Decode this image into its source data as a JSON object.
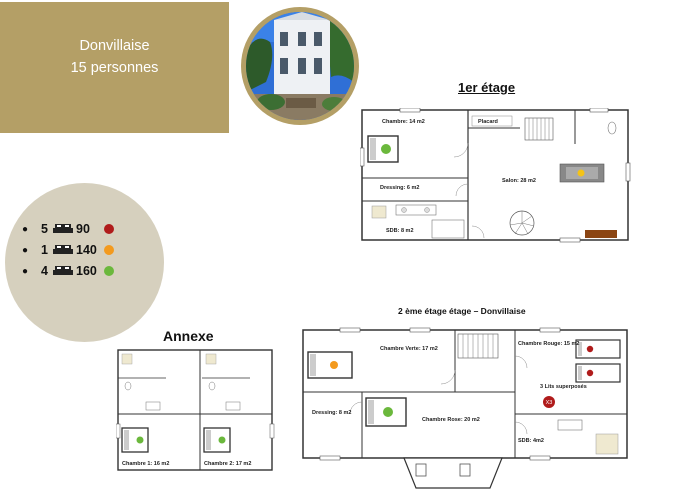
{
  "header": {
    "name": "Donvillaise",
    "capacity": "15 personnes"
  },
  "floors": {
    "first": "1er étage",
    "second": "2  ème étage étage – Donvillaise",
    "annex": "Annexe"
  },
  "legend": [
    {
      "count": "5",
      "width": "90",
      "color": "#b01b1b"
    },
    {
      "count": "1",
      "width": "140",
      "color": "#f39a1e"
    },
    {
      "count": "4",
      "width": "160",
      "color": "#6bb83c"
    }
  ],
  "rooms_first": {
    "chambre": "Chambre: 14 m2",
    "placard": "Placard",
    "dressing": "Dressing: 6 m2",
    "salon": "Salon: 28 m2",
    "sdb": "SDB: 8 m2"
  },
  "rooms_second": {
    "verte": "Chambre Verte: 17 m2",
    "rouge": "Chambre Rouge: 15 m2",
    "superposes": "3 Lits superposés",
    "badge": "X3",
    "dressing": "Dressing: 8 m2",
    "rose": "Chambre Rose: 20 m2",
    "sdb": "SDB: 4m2"
  },
  "rooms_annex": {
    "chambre1": "Chambre 1: 16 m2",
    "chambre2": "Chambre 2: 17 m2"
  }
}
